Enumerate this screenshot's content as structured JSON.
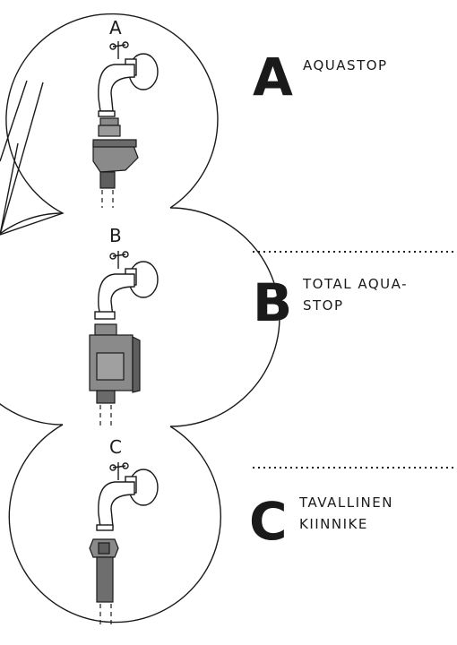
{
  "options": [
    {
      "key": "A",
      "tap_letter": "A",
      "label_lines": [
        "AQUASTOP"
      ],
      "device": "aquastop-valve"
    },
    {
      "key": "B",
      "tap_letter": "B",
      "label_lines": [
        "TOTAL AQUA-",
        "STOP"
      ],
      "device": "total-aquastop-box"
    },
    {
      "key": "C",
      "tap_letter": "C",
      "label_lines": [
        "TAVALLINEN",
        "KIINNIKE"
      ],
      "device": "plain-hose-connector"
    }
  ],
  "colors": {
    "outline": "#1a1a1a",
    "device_fill": "#8a8a8a",
    "device_dark": "#5e5e5e",
    "hose_fill": "#6e6e6e",
    "tap_fill": "#ffffff"
  }
}
